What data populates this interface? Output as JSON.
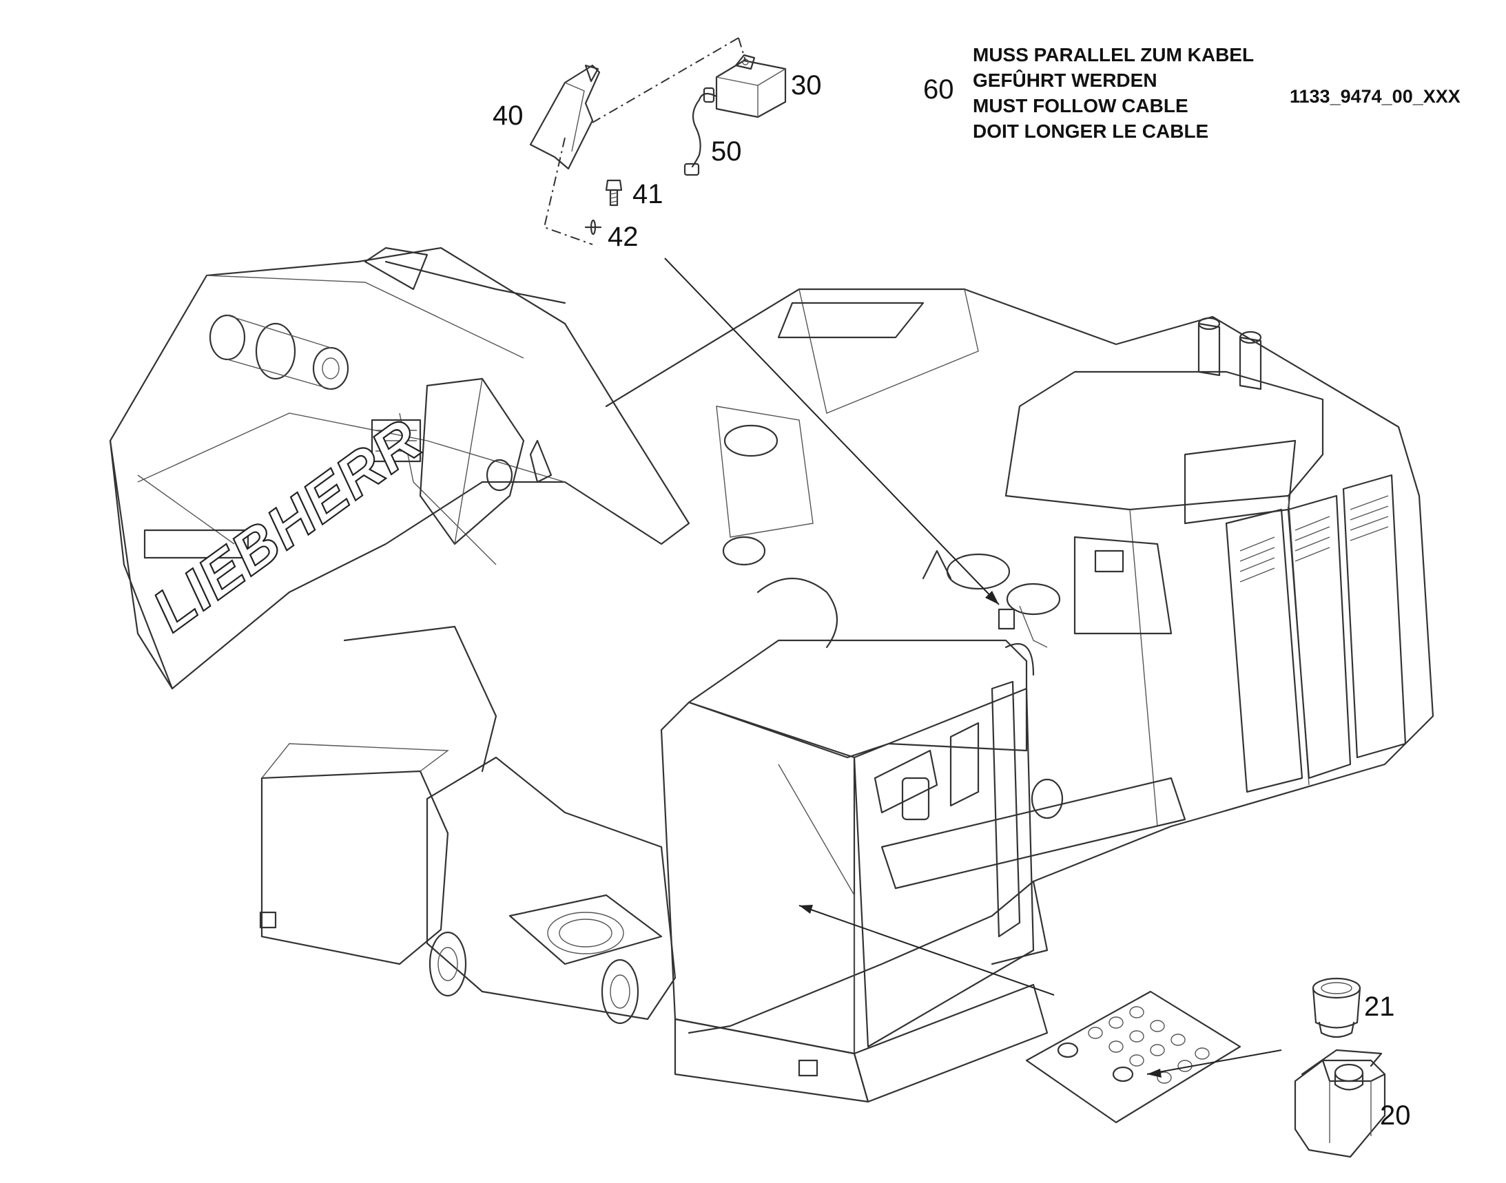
{
  "title_block": {
    "drawing_number": "1133_9474_00_XXX"
  },
  "note": {
    "item_number": "60",
    "lines": [
      "MUSS PARALLEL ZUM KABEL",
      "GEFÛHRT WERDEN",
      "MUST FOLLOW CABLE",
      "DOIT LONGER LE CABLE"
    ]
  },
  "callouts": {
    "c20": "20",
    "c21": "21",
    "c30": "30",
    "c40": "40",
    "c41": "41",
    "c42": "42",
    "c50": "50"
  },
  "brand_logo_text": "LIEBHERR",
  "colors": {
    "line": "#333333",
    "background": "#ffffff"
  }
}
